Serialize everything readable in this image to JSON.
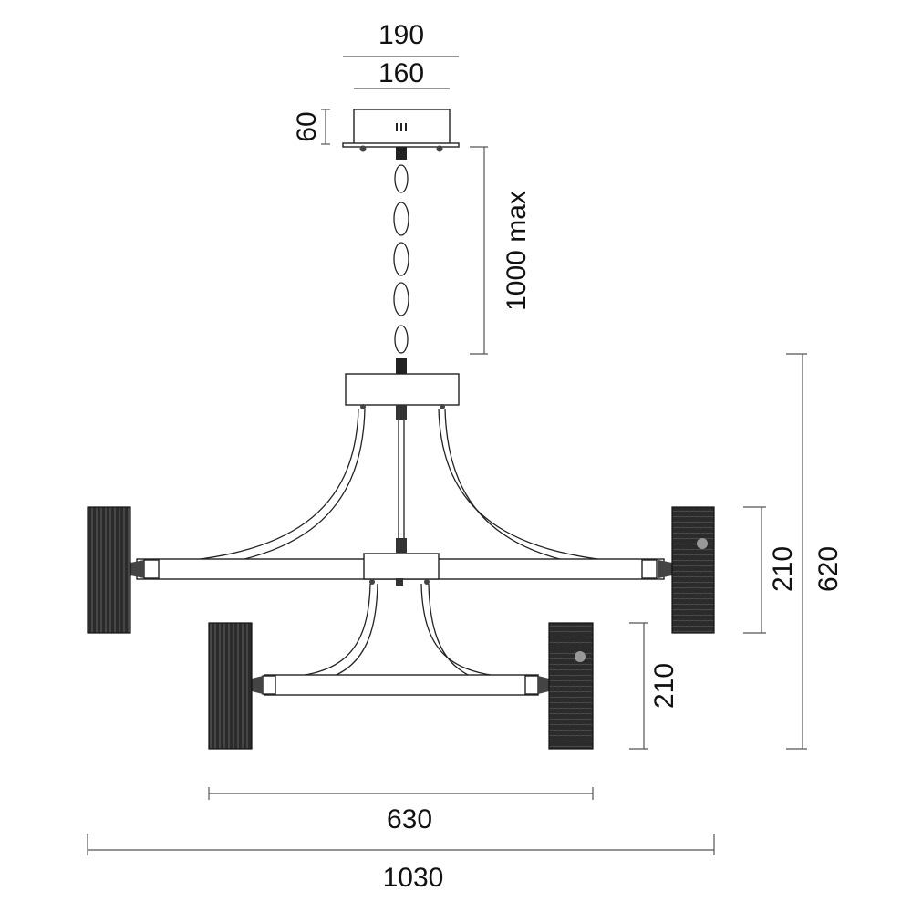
{
  "dimensions": {
    "canopy_outer_width": "190",
    "canopy_inner_width": "160",
    "canopy_height": "60",
    "chain_length": "1000 max",
    "upper_shade_height": "210",
    "lower_shade_height": "210",
    "total_height": "620",
    "lower_tier_width": "630",
    "total_width": "1030"
  },
  "colors": {
    "line": "#222222",
    "dimension_line": "#555555",
    "shade_fill": "#2a2a2a",
    "background": "#ffffff"
  }
}
